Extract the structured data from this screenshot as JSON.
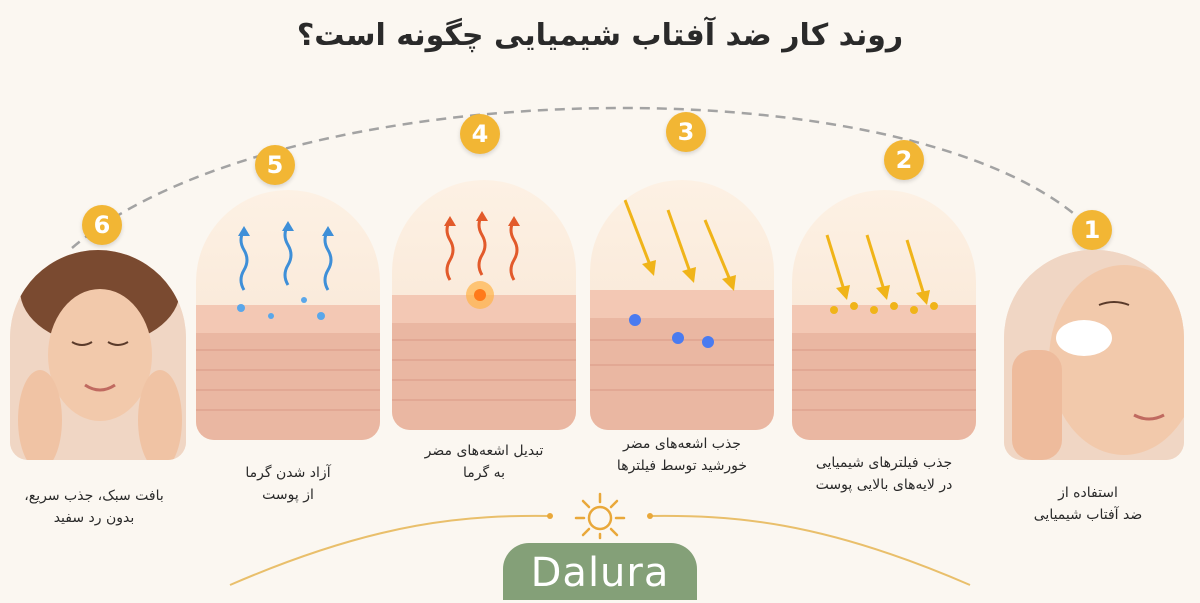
{
  "title": "روند کار ضد آفتاب شیمیایی چگونه است؟",
  "steps": [
    {
      "number": "1",
      "caption_line1": "استفاده از",
      "caption_line2": "ضد آفتاب شیمیایی"
    },
    {
      "number": "2",
      "caption_line1": "جذب فیلترهای شیمیایی",
      "caption_line2": "در لایه‌های بالایی پوست"
    },
    {
      "number": "3",
      "caption_line1": "جذب اشعه‌های مضر",
      "caption_line2": "خورشید توسط فیلترها"
    },
    {
      "number": "4",
      "caption_line1": "تبدیل اشعه‌های مضر",
      "caption_line2": "به گرما"
    },
    {
      "number": "5",
      "caption_line1": "آزاد شدن گرما",
      "caption_line2": "از پوست"
    },
    {
      "number": "6",
      "caption_line1": "بافت سبک، جذب سریع،",
      "caption_line2": "بدون رد سفید"
    }
  ],
  "brand": {
    "logo_text": "Dalura"
  },
  "colors": {
    "badge": "#f2b634",
    "arc": "#9a9a9a",
    "uv_arrow": "#f0b419",
    "heat_arrow": "#e25a2b",
    "release_arrow": "#3e8fd8",
    "logo_bg": "#84a078"
  }
}
